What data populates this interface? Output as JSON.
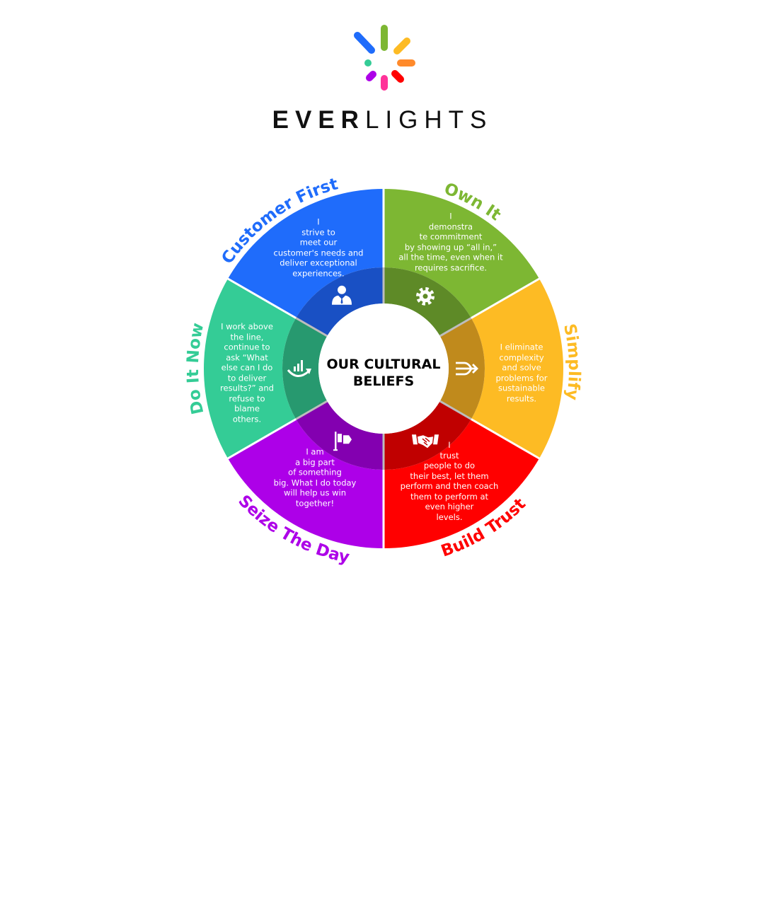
{
  "brand": {
    "bold": "EVER",
    "light": "LIGHTS"
  },
  "center": {
    "line1": "OUR CULTURAL",
    "line2": "BELIEFS"
  },
  "colors": {
    "customer_first": "#1f6cfb",
    "own_it": "#7db733",
    "simplify": "#fdbb24",
    "build_trust": "#ff0000",
    "seize_the_day": "#ad00e8",
    "do_it_now": "#34cc96",
    "logo_orange": "#ff8a2b",
    "logo_pink": "#ff3399"
  },
  "segments": [
    {
      "id": "customer_first",
      "title": "Customer First",
      "icon": "businessman-icon",
      "color": "#1f6cfb",
      "dark": "#1950c4",
      "lines": [
        "I",
        "strive to",
        "meet our",
        "customer's needs and",
        "deliver exceptional",
        "experiences."
      ]
    },
    {
      "id": "own_it",
      "title": "Own It",
      "icon": "gear-icon",
      "color": "#7db733",
      "dark": "#5e8a27",
      "lines": [
        "I",
        "demonstra",
        "te commitment",
        "by showing up “all in,”",
        "all the time, even when it",
        "requires sacrifice."
      ]
    },
    {
      "id": "simplify",
      "title": "Simplify",
      "icon": "merge-arrows-icon",
      "color": "#fdbb24",
      "dark": "#c08a1c",
      "lines": [
        "I eliminate",
        "complexity",
        "and solve",
        "problems for",
        "sustainable",
        "results."
      ]
    },
    {
      "id": "build_trust",
      "title": "Build Trust",
      "icon": "handshake-icon",
      "color": "#ff0000",
      "dark": "#c00000",
      "lines": [
        "I",
        "trust",
        "people to do",
        "their best, let them",
        "perform and then coach",
        "them to perform at",
        "even higher",
        "levels."
      ]
    },
    {
      "id": "seize_the_day",
      "title": "Seize The Day",
      "icon": "flag-icon",
      "color": "#ad00e8",
      "dark": "#8300b0",
      "lines": [
        "I am",
        "a big part",
        "of something",
        "big. What I do today",
        "will help us win",
        "together!"
      ]
    },
    {
      "id": "do_it_now",
      "title": "Do It Now",
      "icon": "growth-chart-icon",
      "color": "#34cc96",
      "dark": "#27996f",
      "lines": [
        "I work above",
        "the line,",
        "continue to",
        "ask “What",
        "else can I do",
        "to deliver",
        "results?” and",
        "refuse to",
        "blame",
        "others."
      ]
    }
  ]
}
